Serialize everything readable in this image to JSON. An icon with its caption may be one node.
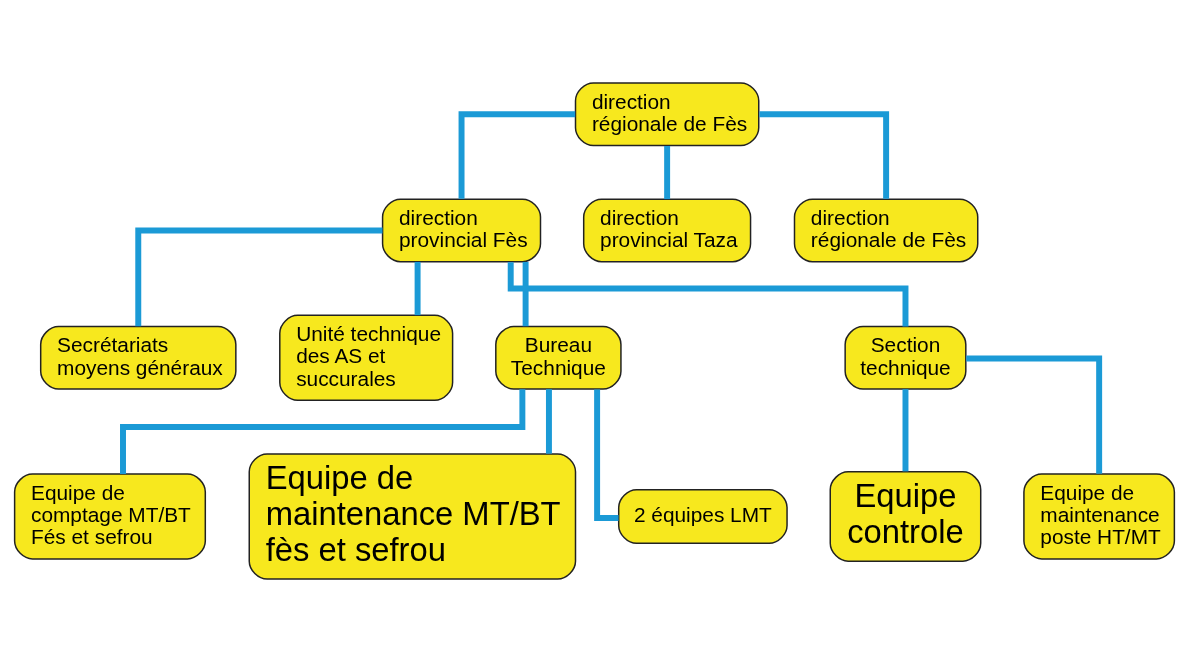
{
  "diagram": {
    "nodes": [
      {
        "text": [
          "direction régionale de Fès"
        ]
      },
      {
        "text": [
          "direction provincial Fès"
        ]
      },
      {
        "text": [
          "direction provincial Taza"
        ]
      },
      {
        "text": [
          "direction régionale de Fès"
        ]
      },
      {
        "text": [
          "Secrétariats moyens généraux"
        ]
      },
      {
        "text": [
          "Unité technique des AS et succurales"
        ]
      },
      {
        "text": [
          "Bureau Technique"
        ]
      },
      {
        "text": [
          "Section technique"
        ]
      },
      {
        "text": [
          "Equipe de comptage MT/BT Fés et sefrou"
        ]
      },
      {
        "text": [
          "Equipe de maintenance MT/BT fès et sefrou"
        ]
      },
      {
        "text": [
          "2 équipes LMT"
        ]
      },
      {
        "text": [
          "Equipe controle"
        ]
      },
      {
        "text": [
          "Equipe de maintenance poste HT/MT"
        ]
      }
    ],
    "edges": [
      {
        "from": 0,
        "to": 1,
        "arrow": "none"
      },
      {
        "from": 0,
        "to": 2,
        "arrow": "none"
      },
      {
        "from": 0,
        "to": 3,
        "arrow": "none"
      },
      {
        "from": 1,
        "to": 4,
        "arrow": "none"
      },
      {
        "from": 1,
        "to": 5,
        "arrow": "none"
      },
      {
        "from": 1,
        "to": 6,
        "arrow": "none"
      },
      {
        "from": 1,
        "to": 7,
        "arrow": "none"
      },
      {
        "from": 6,
        "to": 8,
        "arrow": "none"
      },
      {
        "from": 6,
        "to": 9,
        "arrow": "none"
      },
      {
        "from": 6,
        "to": 10,
        "arrow": "none"
      },
      {
        "from": 7,
        "to": 11,
        "arrow": "none"
      },
      {
        "from": 7,
        "to": 12,
        "arrow": "none"
      }
    ]
  }
}
